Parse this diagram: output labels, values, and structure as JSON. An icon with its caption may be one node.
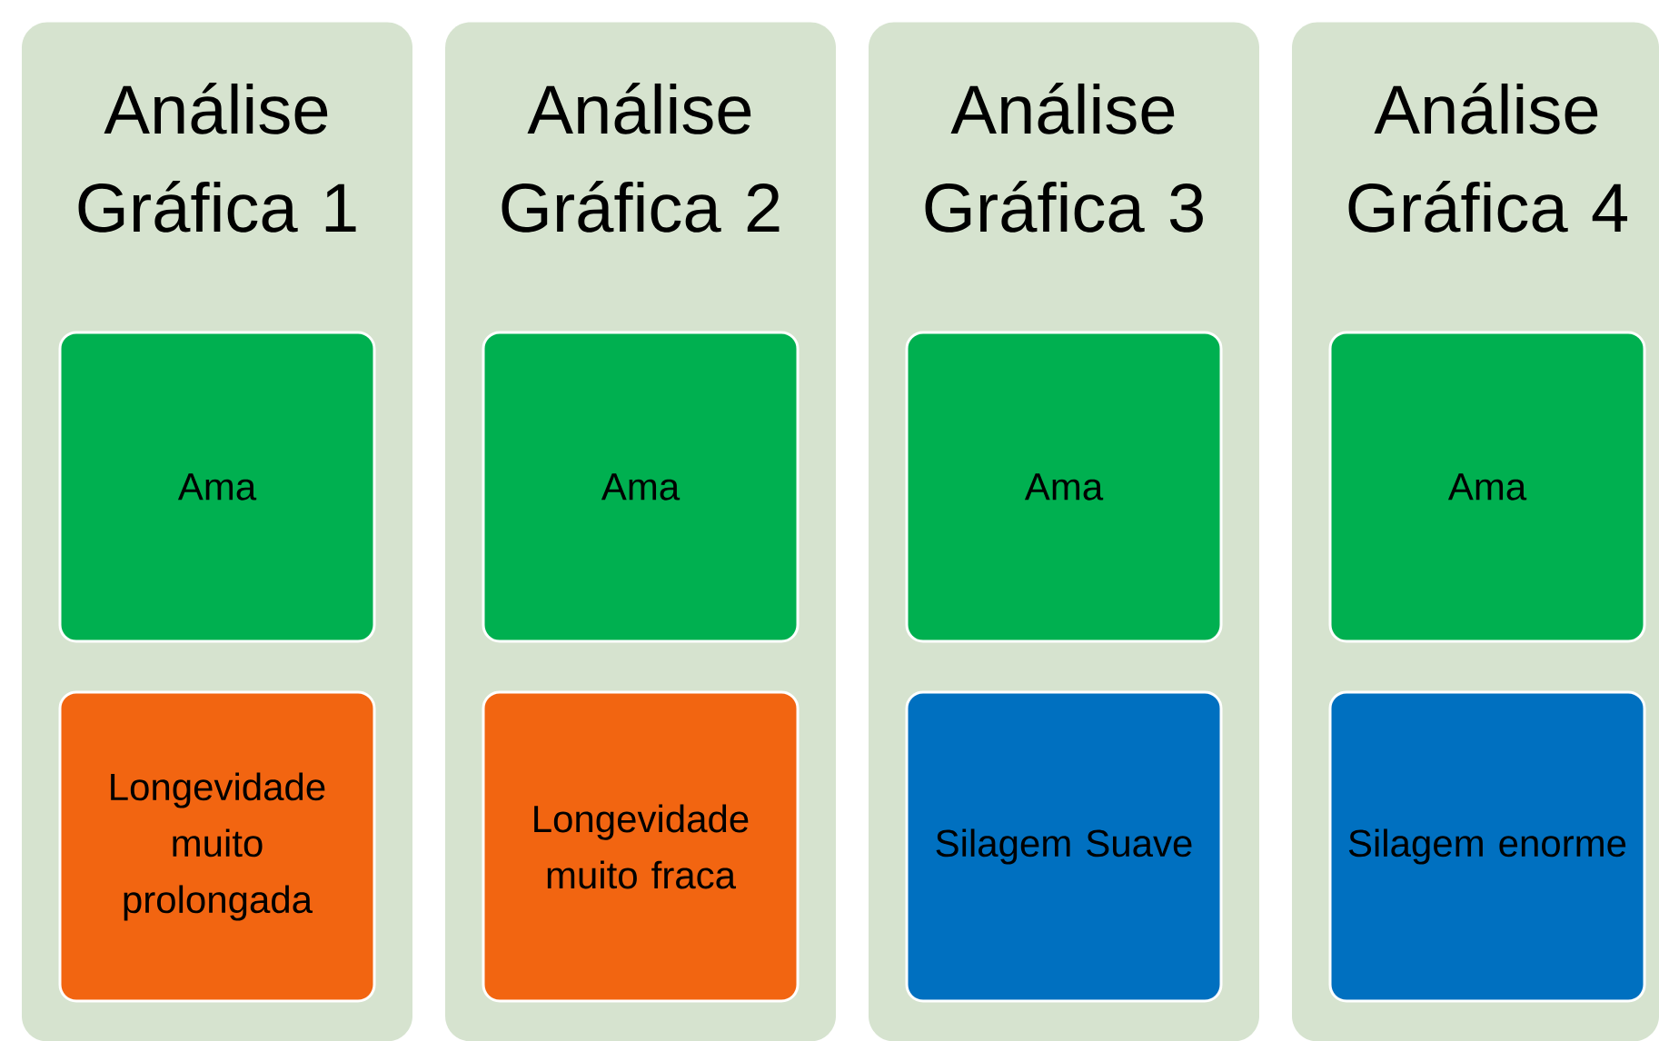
{
  "diagram": {
    "nodes": [
      {
        "text": [
          "Análise Gráfica 1"
        ]
      },
      {
        "text": [
          "Ama"
        ],
        "in": 0
      },
      {
        "text": [
          "Longevidade muito prolongada"
        ],
        "in": 0
      },
      {
        "text": [
          "Análise Gráfica 2"
        ]
      },
      {
        "text": [
          "Ama"
        ],
        "in": 3
      },
      {
        "text": [
          "Longevidade muito fraca"
        ],
        "in": 3
      },
      {
        "text": [
          "Análise Gráfica 3"
        ]
      },
      {
        "text": [
          "Ama"
        ],
        "in": 6
      },
      {
        "text": [
          "Silagem Suave"
        ],
        "in": 6
      },
      {
        "text": [
          "Análise Gráfica 4"
        ]
      },
      {
        "text": [
          "Ama"
        ],
        "in": 9
      },
      {
        "text": [
          "Silagem enorme"
        ],
        "in": 9
      }
    ]
  }
}
